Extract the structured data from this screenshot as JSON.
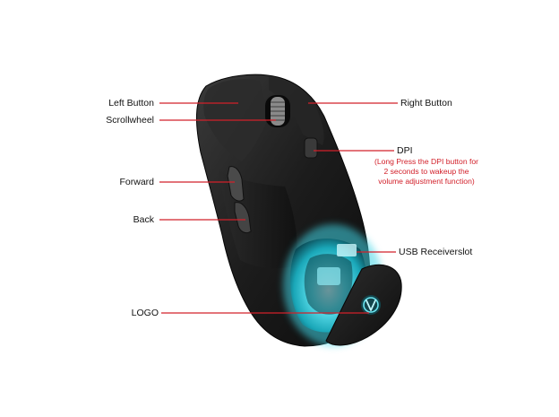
{
  "labels": {
    "left_button": "Left Button",
    "scrollwheel": "Scrollwheel",
    "forward": "Forward",
    "back": "Back",
    "logo": "LOGO",
    "right_button": "Right Button",
    "dpi": "DPI",
    "dpi_note_line1": "(Long Press the DPI button for",
    "dpi_note_line2": "2 seconds to wakeup the",
    "dpi_note_line3": "volume adjustment function)",
    "usb": "USB Receiverslot"
  },
  "colors": {
    "leader_line": "#d2202a",
    "mouse_body": "#1a1a1a",
    "glow": "#3fd6e6",
    "note_text": "#d2202a"
  },
  "icons": {
    "logo_mark": "v-swirl-logo-icon"
  }
}
